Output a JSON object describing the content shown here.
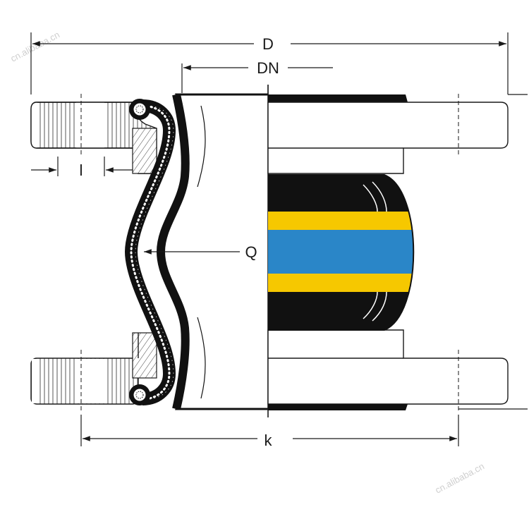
{
  "labels": {
    "d": "D",
    "dn": "DN",
    "l": "l",
    "q": "Q",
    "k": "k"
  },
  "watermark": "cn.alibaba.cn",
  "colors": {
    "rubber": "#111111",
    "yellow": "#f6c800",
    "blue": "#2a86c8",
    "line": "#1a1a1a",
    "flange_fill": "#ffffff"
  }
}
